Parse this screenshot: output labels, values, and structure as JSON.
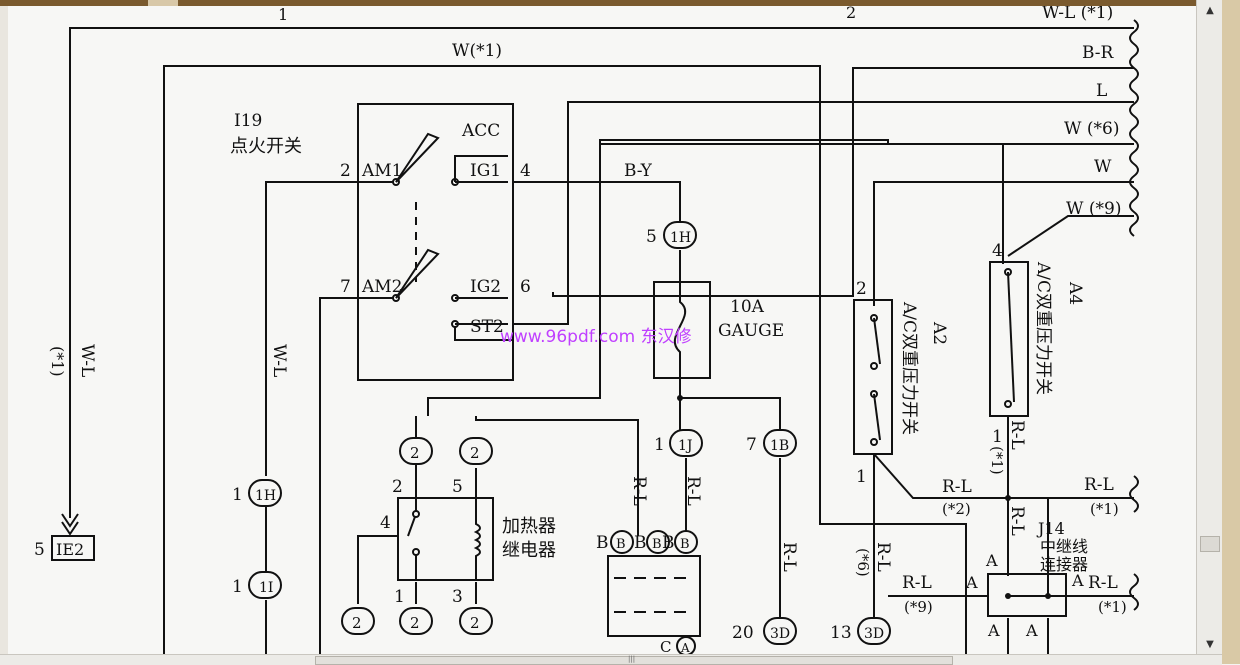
{
  "viewer": {
    "scroll_up": "▲",
    "scroll_down": "▼",
    "scroll_grip": "|||"
  },
  "diagram": {
    "top_ruler": {
      "left": "1",
      "right": "2"
    },
    "wires_right": [
      "W-L (*1)",
      "B-R",
      "L",
      "W (*6)",
      "W",
      "W (*9)"
    ],
    "top_label": "W(*1)",
    "ignition": {
      "code": "I19",
      "name": "点火开关",
      "acc": "ACC",
      "am1": "AM1",
      "am1_pin": "2",
      "ig1": "IG1",
      "ig1_pin": "4",
      "am2": "AM2",
      "am2_pin": "7",
      "ig2": "IG2",
      "ig2_pin": "6",
      "st2": "ST2"
    },
    "left_wire": "W-L",
    "left_wire_sub": "(*1)",
    "ie2": {
      "pin": "5",
      "label": "IE2"
    },
    "wl_label": "W-L",
    "by_label": "B-Y",
    "fuse": {
      "amp": "10A",
      "name": "GAUGE",
      "conn_pin": "5",
      "conn": "1H"
    },
    "conn_1j": {
      "pin": "1",
      "label": "1J"
    },
    "conn_1b": {
      "pin": "7",
      "label": "1B"
    },
    "conn_1h_left": {
      "pin": "1",
      "label": "1H"
    },
    "conn_1i": {
      "pin": "1",
      "label": "1I"
    },
    "relay": {
      "name_1": "加热器",
      "name_2": "继电器",
      "pin_2": "2",
      "pin_5": "5",
      "pin_4": "4",
      "pin_1": "1",
      "pin_3": "3",
      "conn": "2"
    },
    "b_pins": [
      "B",
      "B",
      "B"
    ],
    "c_pin": "C",
    "a_pin": "A",
    "rl": "R-L",
    "conn_3d_20": {
      "pin": "20",
      "label": "3D"
    },
    "conn_3d_13": {
      "pin": "13",
      "label": "3D"
    },
    "a2": {
      "code": "A2",
      "name": "A/C双重压力开关",
      "pin_top": "2",
      "pin_bottom": "1"
    },
    "a4": {
      "code": "A4",
      "name": "A/C双重压力开关",
      "pin_top": "4",
      "pin_bottom": "1"
    },
    "j14": {
      "code": "J14",
      "name_1": "中继线",
      "name_2": "连接器",
      "pin": "A"
    },
    "notes": {
      "n1": "(*1)",
      "n2": "(*2)",
      "n6": "(*6)",
      "n9": "(*9)"
    },
    "watermark": "www.96pdf.com 东汉修"
  }
}
